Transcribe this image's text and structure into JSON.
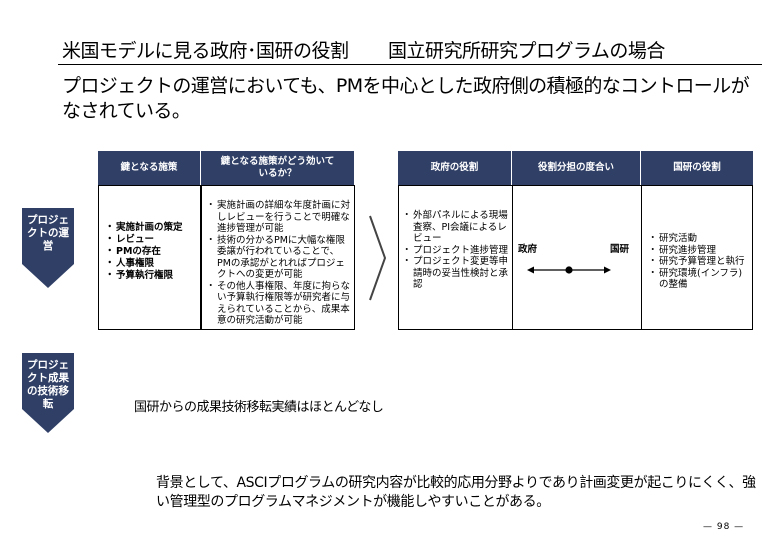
{
  "title": {
    "main": "米国モデルに見る政府･国研の役割",
    "sub": "国立研究所研究プログラムの場合"
  },
  "lead": "プロジェクトの運営においても、PMを中心とした政府側の積極的なコントロールがなされている。",
  "sidebar": {
    "project_management": "プロジェクトの運営",
    "tech_transfer": "プロジェクト成果の技術移転"
  },
  "headers": {
    "main_measures": "鍵となる施策",
    "how_effective": "鍵となる施策がどう効いているか？",
    "gov_role": "政府の役割",
    "sharing": "役割分担の度合い",
    "lab_role": "国研の役割"
  },
  "measures": [
    "実施計画の策定",
    "レビュー",
    "PMの存在",
    "人事権限",
    "予算執行権限"
  ],
  "effects": [
    "実施計画の詳細な年度計画に対しレビューを行うことで明確な進捗管理が可能",
    "技術の分かるPMに大幅な権限委譲が行われていることで、PMの承認がとれればプロジェクトへの変更が可能",
    "その他人事権限、年度に拘らない予算執行権限等が研究者に与えられていることから、成果本意の研究活動が可能"
  ],
  "gov_roles": [
    "外部パネルによる現場査察、PI会議によるレビュー",
    "プロジェクト進捗管理",
    "プロジェクト変更等申請時の妥当性検討と承認"
  ],
  "sharing_labels": {
    "left": "政府",
    "right": "国研"
  },
  "sharing_position": 0.5,
  "lab_roles": [
    "研究活動",
    "研究進捗管理",
    "研究予算管理と執行",
    "研究環境(インフラ)の整備"
  ],
  "tech_transfer_text": "国研からの成果技術移転実績はほとんどなし",
  "bottom_text": "背景として、ASCIプログラムの研究内容が比較的応用分野よりであり計画変更が起こりにくく、強い管理型のプログラムマネジメントが機能しやすいことがある。",
  "page_number": "— 98 —",
  "colors": {
    "navy": "#2f3f66"
  }
}
